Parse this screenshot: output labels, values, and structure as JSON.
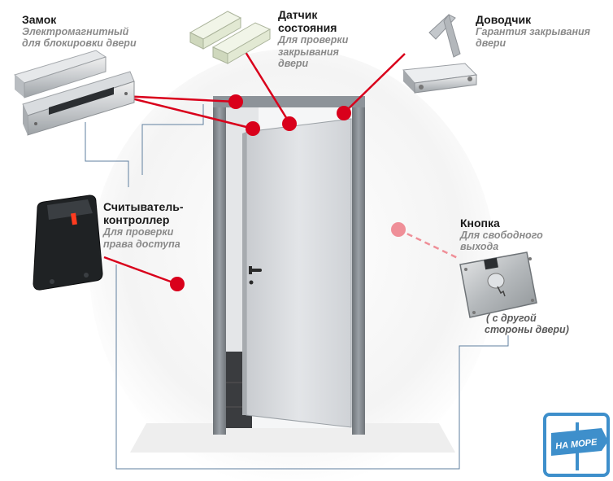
{
  "components": {
    "lock": {
      "title": "Замок",
      "desc_line1": "Электромагнитный",
      "desc_line2": "для блокировки двери"
    },
    "sensor": {
      "title_line1": "Датчик",
      "title_line2": "состояния",
      "desc_line1": "Для проверки",
      "desc_line2": "закрывания",
      "desc_line3": "двери"
    },
    "closer": {
      "title": "Доводчик",
      "desc_line1": "Гарантия закрывания",
      "desc_line2": "двери"
    },
    "reader": {
      "title_line1": "Считыватель-",
      "title_line2": "контроллер",
      "desc_line1": "Для проверки",
      "desc_line2": "права доступа"
    },
    "button": {
      "title": "Кнопка",
      "desc_line1": "Для свободного",
      "desc_line2": "выхода",
      "note_line1": "( с другой",
      "note_line2": "стороны двери)"
    }
  },
  "logo": {
    "text": "НА МОРЕ"
  },
  "colors": {
    "accent_red": "#d9001b",
    "line_blue": "#5f7f9f",
    "faded_red": "#ef8f98",
    "title": "#1a1a1a",
    "desc": "#8a8a8a"
  }
}
